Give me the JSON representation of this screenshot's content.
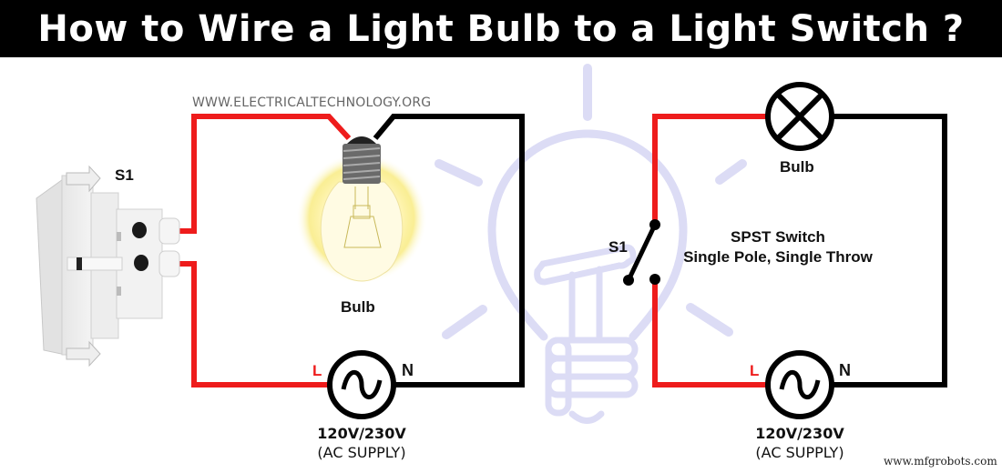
{
  "title": "How to Wire a Light Bulb to a Light Switch ?",
  "source_label": "WWW.ELECTRICALTECHNOLOGY.ORG",
  "watermark": "www.mfgrobots.com",
  "colors": {
    "live_wire": "#ee1c1c",
    "neutral_wire": "#000000",
    "background_icon": "#dcdcf5",
    "title_bg": "#000000",
    "title_text": "#ffffff"
  },
  "left_diagram": {
    "switch_label": "S1",
    "bulb_label": "Bulb",
    "live_label": "L",
    "neutral_label": "N",
    "supply_voltage": "120V/230V",
    "supply_type": "(AC SUPPLY)"
  },
  "right_diagram": {
    "bulb_label": "Bulb",
    "switch_label": "S1",
    "switch_title": "SPST Switch",
    "switch_desc": "Single Pole, Single Throw",
    "live_label": "L",
    "neutral_label": "N",
    "supply_voltage": "120V/230V",
    "supply_type": "(AC SUPPLY)"
  }
}
